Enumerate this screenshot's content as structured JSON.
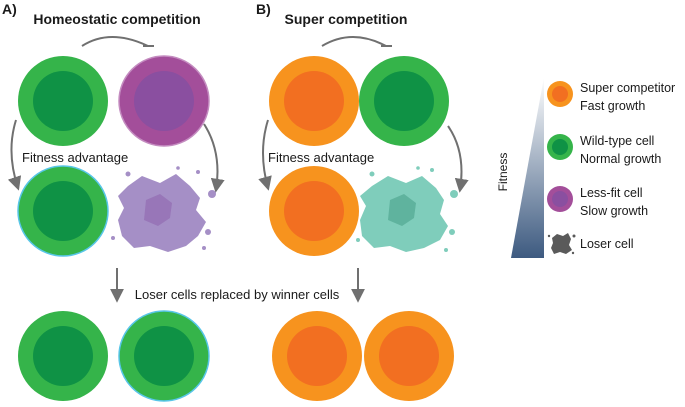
{
  "panels": {
    "a": {
      "letter": "A)",
      "title": "Homeostatic competition",
      "fitness_label": "Fitness advantage"
    },
    "b": {
      "letter": "B)",
      "title": "Super competition",
      "fitness_label": "Fitness advantage"
    }
  },
  "replacement_label": "Loser cells replaced by winner cells",
  "fitness_axis_label": "Fitness",
  "legend": [
    {
      "line1": "Super competitor",
      "line2": "Fast growth",
      "icon": "super-competitor-cell-icon"
    },
    {
      "line1": "Wild-type cell",
      "line2": "Normal growth",
      "icon": "wild-type-cell-icon"
    },
    {
      "line1": "Less-fit cell",
      "line2": "Slow growth",
      "icon": "less-fit-cell-icon"
    },
    {
      "line1": "Loser cell",
      "line2": "",
      "icon": "loser-cell-icon"
    }
  ],
  "colors": {
    "wild_type_outer": "#35b44a",
    "wild_type_inner": "#0f9245",
    "super_outer": "#f7931e",
    "super_inner": "#f26f21",
    "less_fit_outer": "#a34e9a",
    "less_fit_inner": "#8a4fa0",
    "loser_purple": "#a58fc6",
    "loser_teal": "#7fcdbb",
    "arrow": "#707070",
    "gradient_top": "#ffffff",
    "gradient_bottom": "#3d5a80"
  }
}
